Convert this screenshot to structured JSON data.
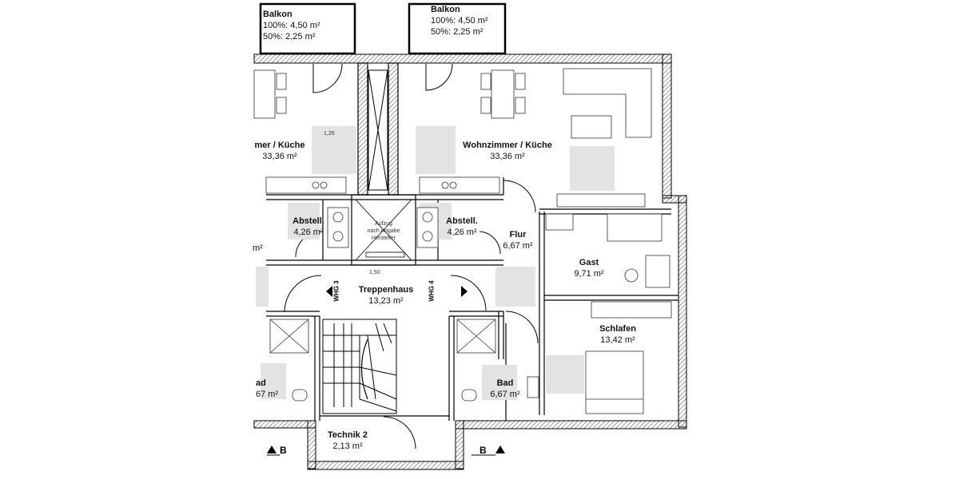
{
  "balkon_left": {
    "name": "Balkon",
    "line1": "100%: 4,50 m²",
    "line2": "50%:   2,25 m²"
  },
  "balkon_right": {
    "name": "Balkon",
    "line1": "100%: 4,50 m²",
    "line2": "50%:   2,25 m²"
  },
  "rooms": {
    "wohn_left": {
      "name": "mer / Küche",
      "area": "33,36 m²"
    },
    "wohn_right": {
      "name": "Wohnzimmer / Küche",
      "area": "33,36 m²"
    },
    "abstell_left": {
      "name": "Abstell.",
      "area": "4,26 m²"
    },
    "abstell_right": {
      "name": "Abstell.",
      "area": "4,26 m²"
    },
    "aufzug": {
      "line1": "Aufzug",
      "line2": "nach Angabe",
      "line3": "Hersteller"
    },
    "flur_left": {
      "area": "m²"
    },
    "flur_right": {
      "name": "Flur",
      "area": "6,67 m²"
    },
    "gast": {
      "name": "Gast",
      "area": "9,71 m²"
    },
    "treppenhaus": {
      "name": "Treppenhaus",
      "area": "13,23 m²"
    },
    "schlafen": {
      "name": "Schlafen",
      "area": "13,42 m²"
    },
    "bad_left": {
      "name": "ad",
      "area": "67 m²"
    },
    "bad_right": {
      "name": "Bad",
      "area": "6,67 m²"
    },
    "technik": {
      "name": "Technik 2",
      "area": "2,13 m²"
    }
  },
  "tags": {
    "whg3": "WHG 3",
    "whg4": "WHG 4"
  },
  "section": {
    "left": "B",
    "right": "B"
  },
  "dims": {
    "d1": "1,26",
    "d2": "1,50"
  }
}
